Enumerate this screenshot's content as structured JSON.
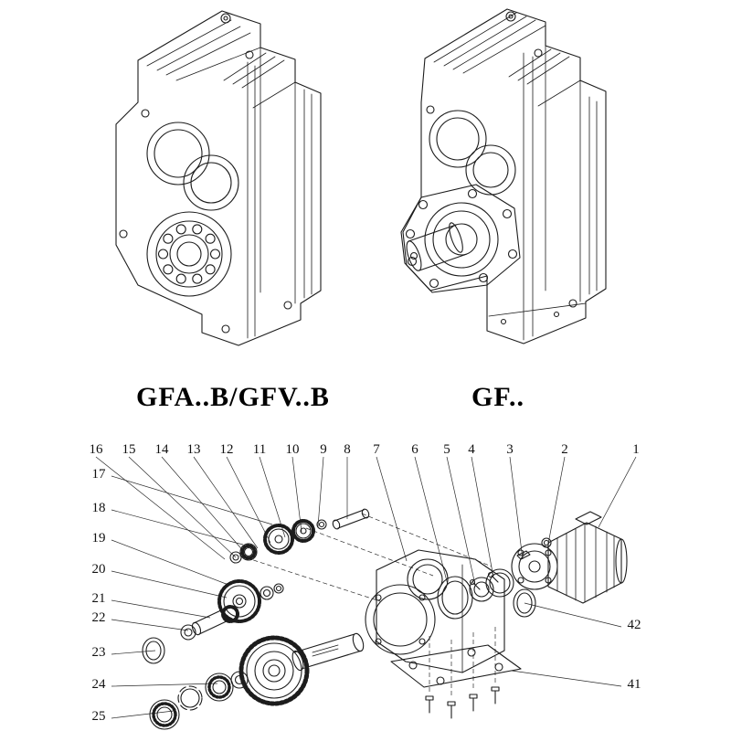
{
  "colors": {
    "line": "#1c1c1c",
    "background": "#ffffff"
  },
  "figures": {
    "left": {
      "label": "GFA..B/GFV..B"
    },
    "right": {
      "label": "GF.."
    }
  },
  "exploded": {
    "top_callouts": [
      "16",
      "15",
      "14",
      "13",
      "12",
      "11",
      "10",
      "9",
      "8",
      "7",
      "6",
      "5",
      "4",
      "3",
      "2",
      "1"
    ],
    "left_callouts": [
      "17",
      "18",
      "19",
      "20",
      "21",
      "22",
      "23",
      "24",
      "25"
    ],
    "right_callouts": [
      "42",
      "41"
    ]
  }
}
